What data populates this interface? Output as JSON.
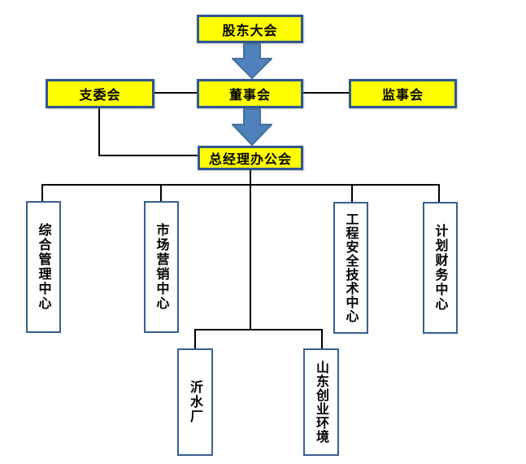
{
  "diagram": {
    "type": "organization-chart",
    "nodes": {
      "shareholders_meeting": {
        "label": "股东大会",
        "shape": "yellow-box"
      },
      "party_branch_committee": {
        "label": "支委会",
        "shape": "yellow-box"
      },
      "board_of_directors": {
        "label": "董事会",
        "shape": "yellow-box"
      },
      "supervisory_board": {
        "label": "监事会",
        "shape": "yellow-box"
      },
      "gm_office_meeting": {
        "label": "总经理办公会",
        "shape": "yellow-box"
      },
      "general_management_center": {
        "label": "综合管理中心",
        "shape": "white-vertical-box"
      },
      "marketing_center": {
        "label": "市场营销中心",
        "shape": "white-vertical-box"
      },
      "engineering_safety_tech_center": {
        "label": "工程安全技术中心",
        "shape": "white-vertical-box"
      },
      "planning_finance_center": {
        "label": "计划财务中心",
        "shape": "white-vertical-box"
      },
      "yishui_plant": {
        "label": "沂水厂",
        "shape": "white-vertical-box"
      },
      "shandong_chuangye_environment": {
        "label": "山东创业环境",
        "shape": "white-vertical-box"
      }
    },
    "edges": [
      {
        "from": "股东大会",
        "to": "董事会",
        "style": "block-arrow-down"
      },
      {
        "from": "董事会",
        "to": "总经理办公会",
        "style": "block-arrow-down"
      },
      {
        "from": "支委会",
        "to": "董事会",
        "style": "line"
      },
      {
        "from": "董事会",
        "to": "监事会",
        "style": "line"
      },
      {
        "from": "支委会",
        "to": "总经理办公会",
        "style": "elbow-line"
      },
      {
        "from": "总经理办公会",
        "to": "综合管理中心",
        "style": "elbow-line"
      },
      {
        "from": "总经理办公会",
        "to": "市场营销中心",
        "style": "elbow-line"
      },
      {
        "from": "总经理办公会",
        "to": "工程安全技术中心",
        "style": "elbow-line"
      },
      {
        "from": "总经理办公会",
        "to": "计划财务中心",
        "style": "elbow-line"
      },
      {
        "from": "总经理办公会",
        "to": "沂水厂",
        "style": "elbow-line"
      },
      {
        "from": "总经理办公会",
        "to": "山东创业环境",
        "style": "elbow-line"
      }
    ]
  },
  "colors": {
    "committee_box_fill": "#FFFF00",
    "committee_box_border": "#2F5791",
    "department_box_fill": "#FFFFFF",
    "department_box_border": "#365F91",
    "arrow_fill": "#4F81BD",
    "arrow_border": "#41719C",
    "connector_line": "#000000",
    "text": "#000000",
    "background": "#FFFFFF"
  }
}
